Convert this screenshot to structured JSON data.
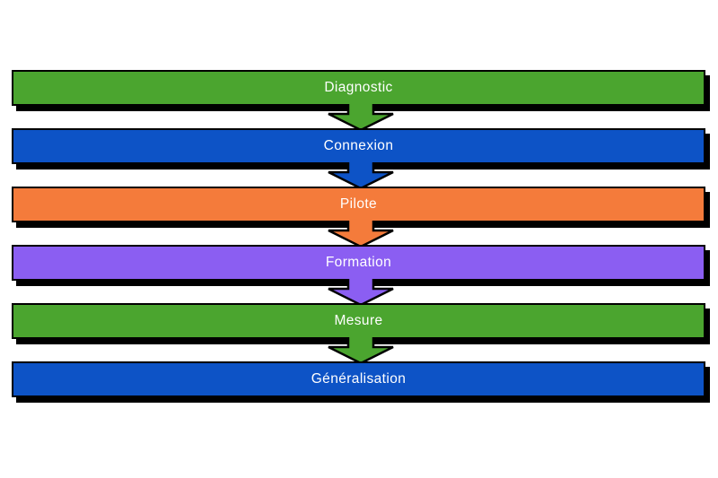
{
  "diagram": {
    "type": "vertical-process-flow",
    "background": "#ffffff",
    "shadow_color": "#000000",
    "border_color": "#000000",
    "text_color": "#ffffff",
    "steps": [
      {
        "label": "Diagnostic",
        "color": "#4ba52f"
      },
      {
        "label": "Connexion",
        "color": "#0d53c6"
      },
      {
        "label": "Pilote",
        "color": "#f47b3b"
      },
      {
        "label": "Formation",
        "color": "#8b5ef2"
      },
      {
        "label": "Mesure",
        "color": "#4ba52f"
      },
      {
        "label": "Généralisation",
        "color": "#0d53c6"
      }
    ],
    "connector": "down-arrow"
  }
}
